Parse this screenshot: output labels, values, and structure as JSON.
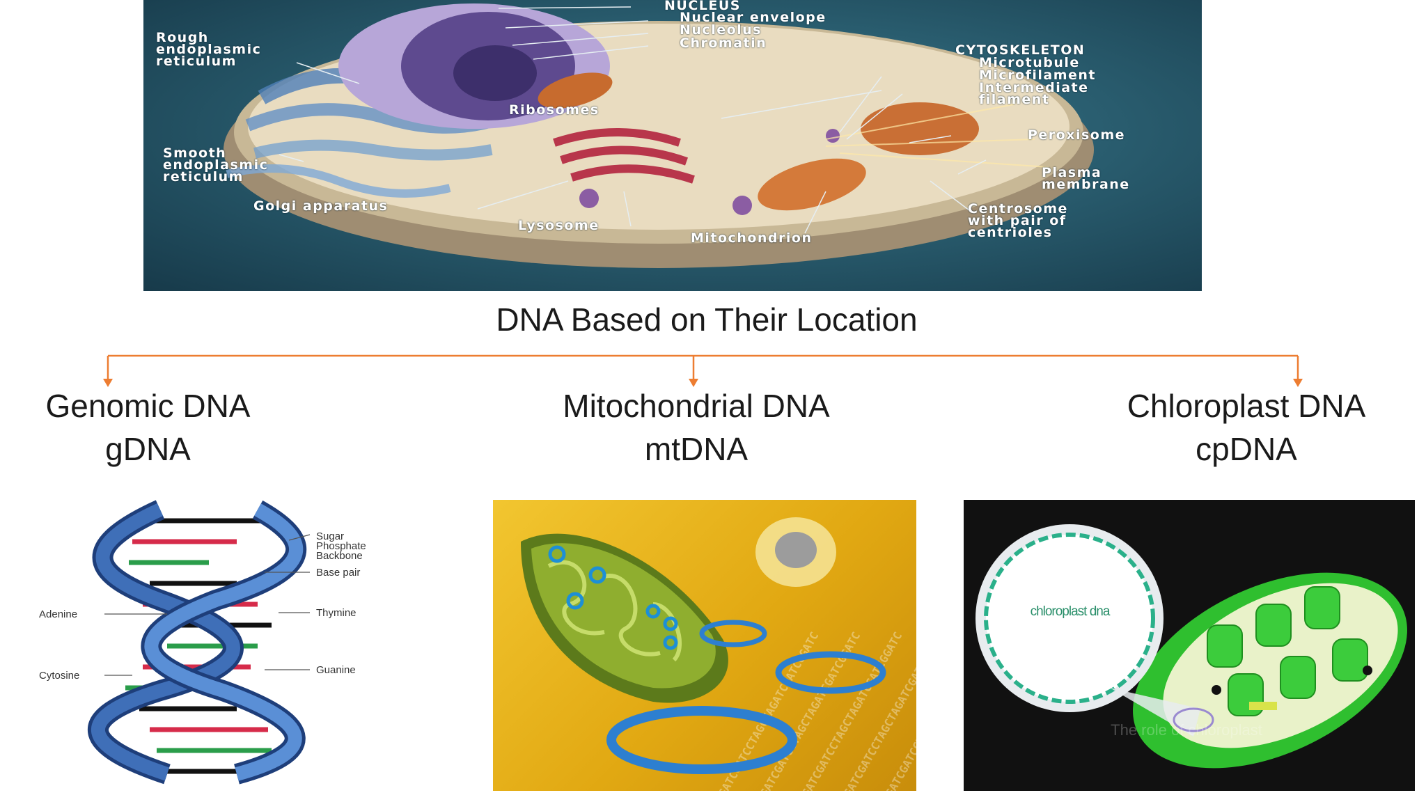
{
  "cell_diagram": {
    "nucleus": {
      "heading": "NUCLEUS",
      "items": [
        "Nuclear envelope",
        "Nucleolus",
        "Chromatin"
      ]
    },
    "rough_er": "Rough\nendoplasmic\nreticulum",
    "smooth_er": "Smooth\nendoplasmic\nreticulum",
    "golgi": "Golgi apparatus",
    "ribosomes": "Ribosomes",
    "lysosome": "Lysosome",
    "mitochondrion": "Mitochondrion",
    "cytoskeleton": {
      "heading": "CYTOSKELETON",
      "items": [
        "Microtubule",
        "Microfilament",
        "Intermediate\nfilament"
      ]
    },
    "peroxisome": "Peroxisome",
    "plasma_membrane": "Plasma\nmembrane",
    "centrosome": "Centrosome\nwith pair of\ncentrioles"
  },
  "heading": "DNA Based on Their Location",
  "branches": [
    {
      "name": "Genomic DNA",
      "abbr": "gDNA"
    },
    {
      "name": "Mitochondrial DNA",
      "abbr": "mtDNA"
    },
    {
      "name": "Chloroplast DNA",
      "abbr": "cpDNA"
    }
  ],
  "dna_helix": {
    "labels": {
      "backbone": "Sugar\nPhosphate\nBackbone",
      "base_pair": "Base pair",
      "adenine": "Adenine",
      "thymine": "Thymine",
      "cytosine": "Cytosine",
      "guanine": "Guanine"
    }
  },
  "mito_image": {
    "sequence": "GATCGATCCTAGCTAGATCGATCGGATC"
  },
  "chloro_image": {
    "callout_title": "chloroplast dna",
    "caption": "The role of chloroplast"
  },
  "colors": {
    "arrow": "#ed7d31",
    "text": "#1a1a1a",
    "cell_bg": "#2a5e70"
  }
}
